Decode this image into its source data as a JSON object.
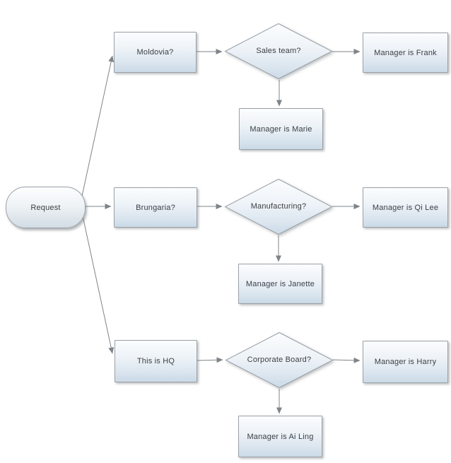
{
  "diagram": {
    "type": "flowchart",
    "nodes": {
      "request": {
        "label": "Request",
        "shape": "terminator"
      },
      "moldovia": {
        "label": "Moldovia?",
        "shape": "process"
      },
      "sales": {
        "label": "Sales team?",
        "shape": "decision"
      },
      "frank": {
        "label": "Manager is Frank",
        "shape": "process"
      },
      "marie": {
        "label": "Manager is Marie",
        "shape": "process"
      },
      "brungaria": {
        "label": "Brungaria?",
        "shape": "process"
      },
      "manufacturing": {
        "label": "Manufacturing?",
        "shape": "decision"
      },
      "qilee": {
        "label": "Manager is Qi Lee",
        "shape": "process"
      },
      "janette": {
        "label": "Manager is Janette",
        "shape": "process"
      },
      "hq": {
        "label": "This is HQ",
        "shape": "process"
      },
      "corporate": {
        "label": "Corporate Board?",
        "shape": "decision"
      },
      "harry": {
        "label": "Manager is Harry",
        "shape": "process"
      },
      "ailing": {
        "label": "Manager is Ai Ling",
        "shape": "process"
      }
    },
    "edges": [
      {
        "from": "request",
        "to": "moldovia"
      },
      {
        "from": "request",
        "to": "brungaria"
      },
      {
        "from": "request",
        "to": "hq"
      },
      {
        "from": "moldovia",
        "to": "sales"
      },
      {
        "from": "sales",
        "to": "frank"
      },
      {
        "from": "sales",
        "to": "marie"
      },
      {
        "from": "brungaria",
        "to": "manufacturing"
      },
      {
        "from": "manufacturing",
        "to": "qilee"
      },
      {
        "from": "manufacturing",
        "to": "janette"
      },
      {
        "from": "hq",
        "to": "corporate"
      },
      {
        "from": "corporate",
        "to": "harry"
      },
      {
        "from": "corporate",
        "to": "ailing"
      }
    ],
    "colors": {
      "node_fill_top": "#fbfdfe",
      "node_fill_bottom": "#cbdae7",
      "node_border": "#9aa0a6",
      "connector": "#7f8488",
      "text": "#3d4045",
      "background": "#ffffff"
    }
  }
}
